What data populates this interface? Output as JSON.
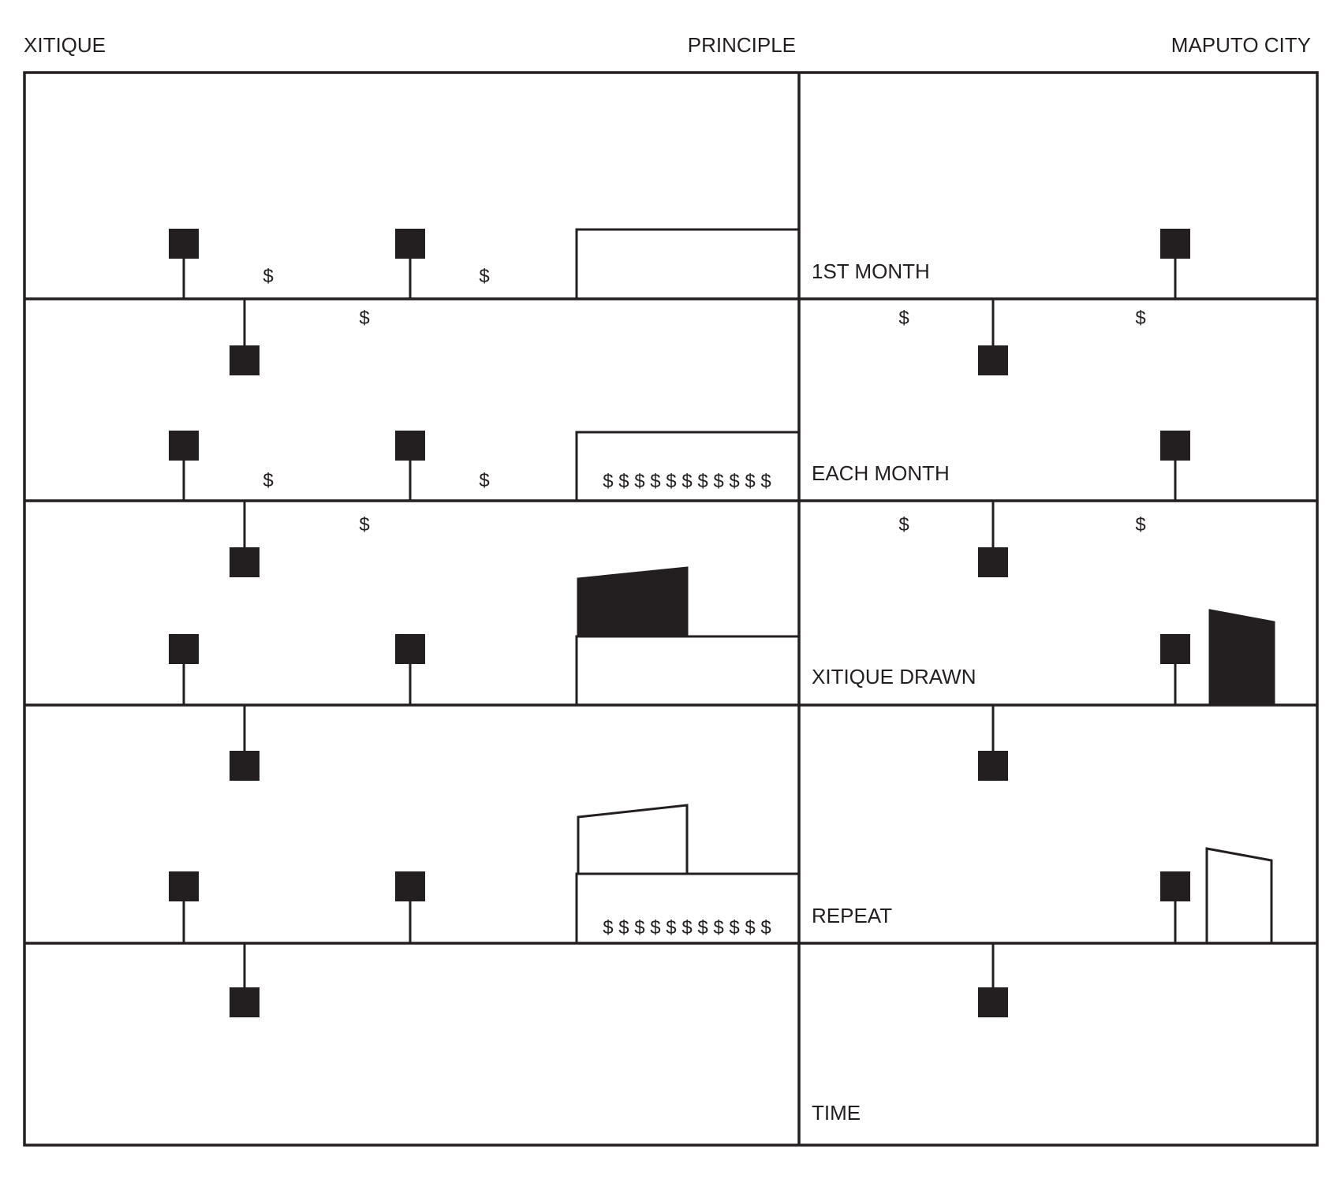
{
  "header": {
    "left_title": "XITIQUE",
    "center_title": "PRINCIPLE",
    "right_title": "MAPUTO CITY"
  },
  "rows": [
    {
      "label": "1ST MONTH"
    },
    {
      "label": "EACH MONTH"
    },
    {
      "label": "XITIQUE DRAWN"
    },
    {
      "label": "REPEAT"
    },
    {
      "label": "TIME"
    }
  ],
  "symbols": {
    "dollar": "$",
    "dollar_stack": "$ $ $ $ $ $ $ $ $ $ $"
  },
  "colors": {
    "ink": "#231f20",
    "background": "#ffffff"
  }
}
